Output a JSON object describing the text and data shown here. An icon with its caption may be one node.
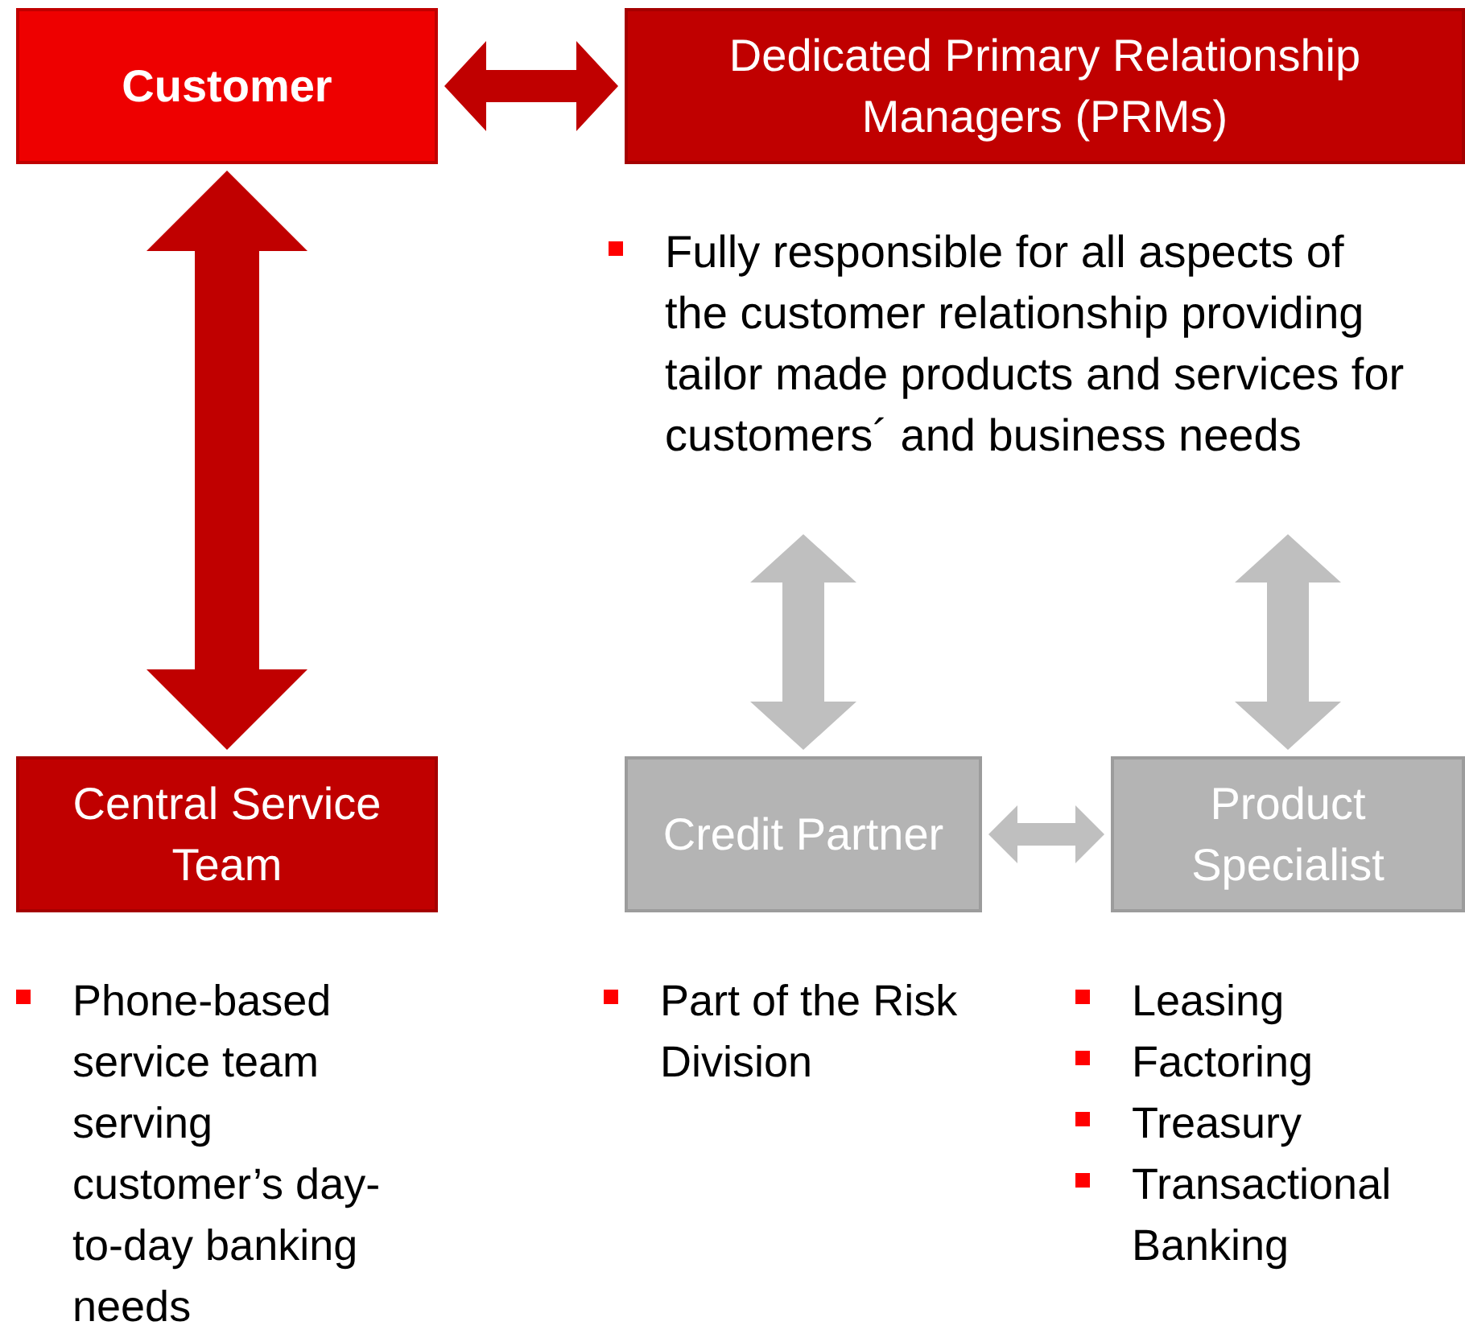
{
  "diagram": {
    "nodes": [
      {
        "text": [
          "Customer"
        ]
      },
      {
        "text": [
          "Dedicated Primary Relationship Managers (PRMs)"
        ]
      },
      {
        "text": [
          "Fully responsible for all aspects of the customer relationship providing tailor made products and services for customers´ and business needs"
        ]
      },
      {
        "text": [
          "Central Service Team"
        ],
        "beside": [
          "Phone-based service team serving customer’s day-to-day banking needs"
        ]
      },
      {
        "text": [
          "Credit Partner"
        ],
        "beside": [
          "Part of the Risk Division"
        ]
      },
      {
        "text": [
          "Product Specialist"
        ],
        "beside": [
          "Leasing",
          "Factoring",
          "Treasury",
          "Transactional Banking"
        ]
      }
    ],
    "edges": [
      {
        "from": 0,
        "to": 1,
        "arrow": "both",
        "style": "thick",
        "color": "#c00000"
      },
      {
        "from": 0,
        "to": 3,
        "arrow": "both",
        "style": "thick",
        "color": "#c00000"
      },
      {
        "from": 2,
        "to": 4,
        "arrow": "both",
        "style": "thick"
      },
      {
        "from": 2,
        "to": 5,
        "arrow": "both",
        "style": "thick"
      },
      {
        "from": 4,
        "to": 5,
        "arrow": "both",
        "style": "thick"
      }
    ]
  }
}
